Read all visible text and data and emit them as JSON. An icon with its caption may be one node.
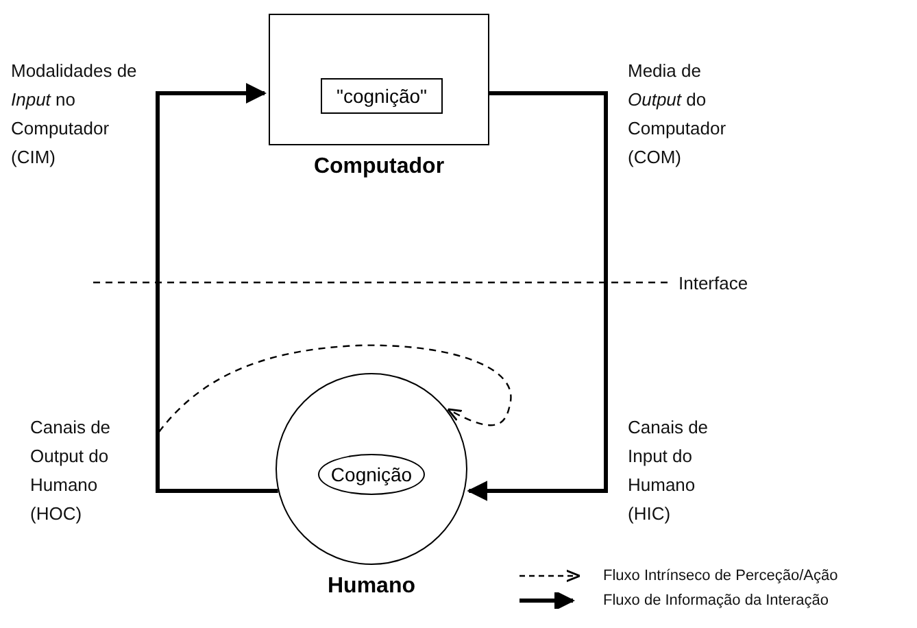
{
  "diagram": {
    "nodes": [
      {
        "text": [
          "Computador"
        ]
      },
      {
        "text": [
          "\"cognição\""
        ],
        "in": 0
      },
      {
        "text": [
          "Humano"
        ]
      },
      {
        "text": [
          "Cognição"
        ],
        "in": 2
      }
    ],
    "edges": [
      {
        "from": 2,
        "to": 0,
        "arrow": "to"
      },
      {
        "from": 0,
        "to": 2,
        "arrow": "to"
      },
      {
        "from": null,
        "to": 2,
        "arrow": "to",
        "style": "dashed"
      }
    ],
    "labels": [
      "Modalidades de *Input* no Computador (CIM)",
      "Media de *Output* do Computador (COM)",
      "Interface",
      "Canais de Output do Humano (HOC)",
      "Canais de Input do Humano (HIC)"
    ],
    "legend": [
      {
        "text": "Fluxo Intrínseco de Perceção/Ação"
      },
      {
        "text": "Fluxo de Informação da Interação"
      }
    ]
  }
}
